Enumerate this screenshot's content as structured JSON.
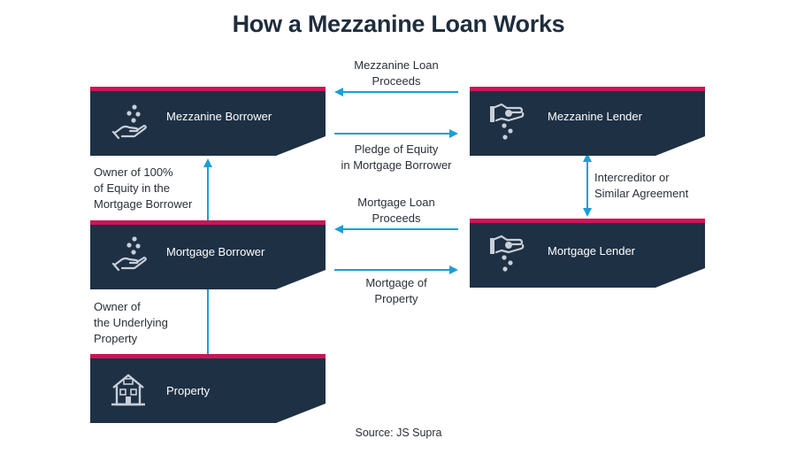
{
  "title": "How a Mezzanine Loan Works",
  "colors": {
    "box_fill": "#1e3044",
    "accent_bar": "#cc1456",
    "arrow": "#1a9fd6",
    "icon": "#c8cfd8"
  },
  "boxes": {
    "mezzanine_borrower": {
      "label": "Mezzanine Borrower",
      "icon": "hand-coins-icon"
    },
    "mezzanine_lender": {
      "label": "Mezzanine Lender",
      "icon": "hand-giving-icon"
    },
    "mortgage_borrower": {
      "label": "Mortgage Borrower",
      "icon": "hand-coins-icon"
    },
    "mortgage_lender": {
      "label": "Mortgage Lender",
      "icon": "hand-giving-icon"
    },
    "property": {
      "label": "Property",
      "icon": "house-icon"
    }
  },
  "notes": {
    "mezz_loan_proceeds": [
      "Mezzanine Loan",
      "Proceeds"
    ],
    "pledge_of_equity": [
      "Pledge of Equity",
      "in Mortgage Borrower"
    ],
    "owner_100": [
      "Owner of 100%",
      "of Equity in the",
      "Mortgage Borrower"
    ],
    "intercreditor": [
      "Intercreditor or",
      "Similar Agreement"
    ],
    "mortgage_loan_proceeds": [
      "Mortgage Loan",
      "Proceeds"
    ],
    "mortgage_of_property": [
      "Mortgage of",
      "Property"
    ],
    "owner_underlying": [
      "Owner of",
      "the Underlying",
      "Property"
    ]
  },
  "source": "Source: JS Supra"
}
